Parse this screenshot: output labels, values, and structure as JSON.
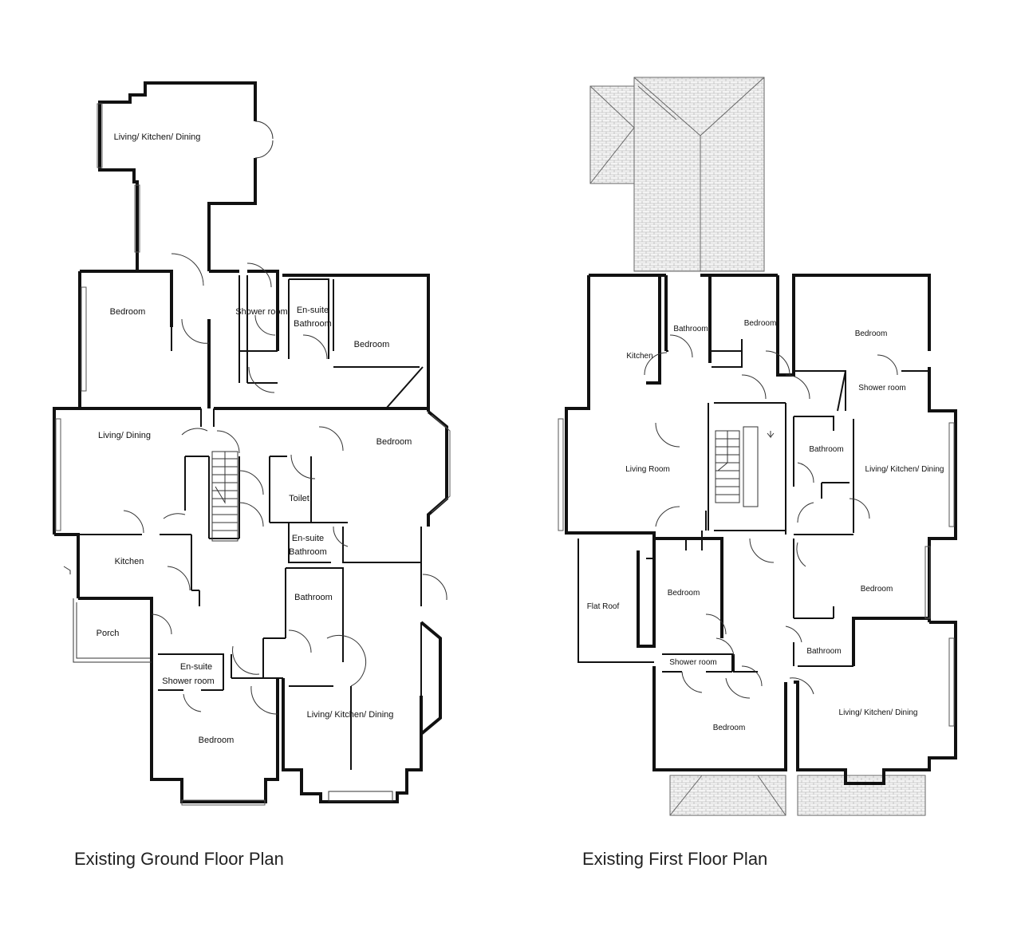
{
  "ground_floor": {
    "caption": "Existing Ground Floor Plan",
    "rooms": {
      "living_kitchen_dining_rear": "Living/ Kitchen/ Dining",
      "bedroom_rear_left": "Bedroom",
      "shower_room": "Shower room",
      "ensuite_bathroom_rear_1": "En-suite",
      "ensuite_bathroom_rear_2": "Bathroom",
      "bedroom_rear_right": "Bedroom",
      "living_dining": "Living/ Dining",
      "bedroom_mid_right": "Bedroom",
      "toilet": "Toilet",
      "ensuite_bathroom_mid_1": "En-suite",
      "ensuite_bathroom_mid_2": "Bathroom",
      "kitchen": "Kitchen",
      "bathroom": "Bathroom",
      "porch": "Porch",
      "ensuite_shower_1": "En-suite",
      "ensuite_shower_2": "Shower room",
      "living_kitchen_dining_front": "Living/ Kitchen/ Dining",
      "bedroom_front": "Bedroom"
    }
  },
  "first_floor": {
    "caption": "Existing First Floor Plan",
    "rooms": {
      "kitchen": "Kitchen",
      "bathroom_top": "Bathroom",
      "bedroom_top_mid": "Bedroom",
      "bedroom_top_right": "Bedroom",
      "shower_room_top": "Shower room",
      "living_room": "Living Room",
      "bathroom_mid": "Bathroom",
      "living_kitchen_dining_mid": "Living/ Kitchen/ Dining",
      "flat_roof": "Flat Roof",
      "bedroom_lower_left": "Bedroom",
      "bedroom_lower_right": "Bedroom",
      "shower_room_lower": "Shower room",
      "bathroom_lower": "Bathroom",
      "living_kitchen_dining_front": "Living/ Kitchen/ Dining",
      "bedroom_front": "Bedroom"
    }
  }
}
